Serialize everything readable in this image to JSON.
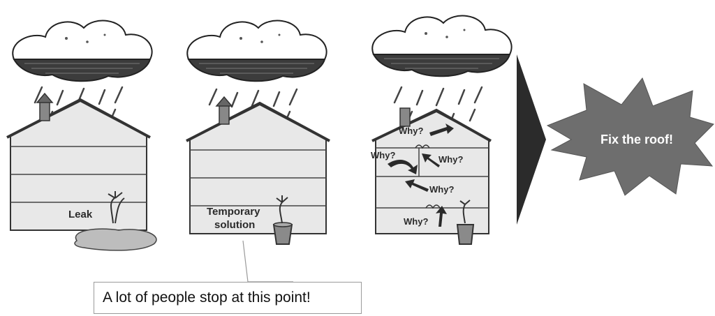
{
  "panel1": {
    "label": "Leak"
  },
  "panel2": {
    "label_line1": "Temporary",
    "label_line2": "solution"
  },
  "panel3": {
    "why_labels": [
      "Why?",
      "Why?",
      "Why?",
      "Why?",
      "Why?"
    ]
  },
  "callout": {
    "text": "A lot of people stop at this point!"
  },
  "burst": {
    "text": "Fix the roof!"
  },
  "colors": {
    "burst_fill": "#6e6e6e",
    "arrow_fill": "#2a2a2a",
    "cloud_dark": "#3c3c3c",
    "house_fill": "#e6e6e6"
  }
}
